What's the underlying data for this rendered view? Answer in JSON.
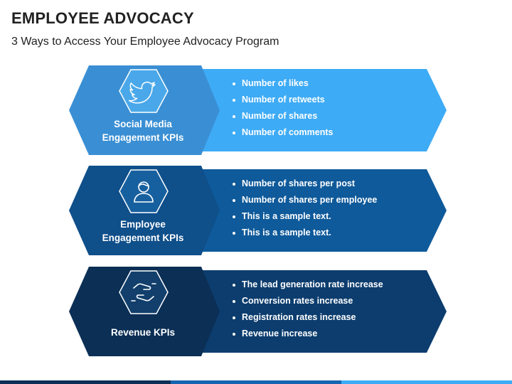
{
  "header": {
    "title": "EMPLOYEE ADVOCACY",
    "subtitle": "3 Ways to Access Your Employee Advocacy Program"
  },
  "rows": [
    {
      "label_line1": "Social Media",
      "label_line2": "Engagement KPIs",
      "icon": "twitter-bird-icon",
      "colors": {
        "hex": "#3a8fd4",
        "inner": "#4aa8ea",
        "arrow": "#3eabf6"
      },
      "bullets": [
        "Number of likes",
        "Number of retweets",
        "Number of shares",
        "Number of comments"
      ]
    },
    {
      "label_line1": "Employee",
      "label_line2": "Engagement KPIs",
      "icon": "person-icon",
      "colors": {
        "hex": "#0f4f8a",
        "inner": "#17609f",
        "arrow": "#0f5a9a"
      },
      "bullets": [
        "Number of shares per post",
        "Number of shares per employee",
        "This is a sample text.",
        "This is a sample text."
      ]
    },
    {
      "label_line1": "Revenue KPIs",
      "label_line2": "",
      "icon": "handshake-icon",
      "colors": {
        "hex": "#0b2f55",
        "inner": "#123f6c",
        "arrow": "#0c3d6e"
      },
      "bullets": [
        "The lead generation rate increase",
        "Conversion rates increase",
        "Registration rates increase",
        "Revenue increase"
      ]
    }
  ],
  "footer_colors": [
    "#0b2f55",
    "#1565b0",
    "#3eabf6"
  ]
}
